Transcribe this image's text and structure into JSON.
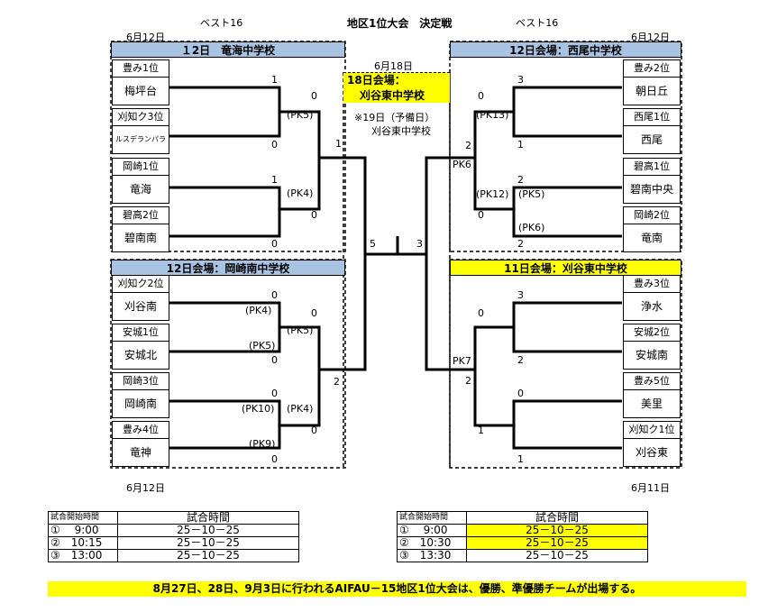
{
  "title": "地区1位大会　決定戦",
  "best16_left": "ベスト16",
  "best16_right": "ベスト16",
  "dates": {
    "top_left": "6月12日",
    "top_right": "6月12日",
    "bottom_left": "6月12日",
    "bottom_right": "6月11日",
    "center_top": "6月18日"
  },
  "venues": {
    "top_left": "１2日　竜海中学校",
    "top_right": "12日会場：西尾中学校",
    "bottom_left": "12日会場：岡崎南中学校",
    "bottom_right": "11日会場：刈谷東中学校",
    "final": "18日会場：",
    "final_school": "刈谷東中学校",
    "reserve": "※19日（予備日）",
    "reserve_school": "刈谷東中学校"
  },
  "teams_left": [
    {
      "qual": "豊み1位",
      "name": "梅坪台"
    },
    {
      "qual": "刈知ク3位",
      "name": "ルスデランパラ"
    },
    {
      "qual": "岡崎1位",
      "name": "竜海"
    },
    {
      "qual": "碧高2位",
      "name": "碧南南"
    },
    {
      "qual": "刈知ク2位",
      "name": "刈谷南"
    },
    {
      "qual": "安城1位",
      "name": "安城北"
    },
    {
      "qual": "岡崎3位",
      "name": "岡崎南"
    },
    {
      "qual": "豊み4位",
      "name": "竜神"
    }
  ],
  "teams_right": [
    {
      "qual": "豊み2位",
      "name": "朝日丘"
    },
    {
      "qual": "西尾1位",
      "name": "西尾"
    },
    {
      "qual": "碧高1位",
      "name": "碧南中央"
    },
    {
      "qual": "岡崎2位",
      "name": "竜南"
    },
    {
      "qual": "豊み3位",
      "name": "浄水"
    },
    {
      "qual": "安城2位",
      "name": "安城南"
    },
    {
      "qual": "豊み5位",
      "name": "美里"
    },
    {
      "qual": "刈知ク1位",
      "name": "刈谷東"
    }
  ],
  "scores": {
    "l1a": "1",
    "l1b": "0",
    "l2a": "1",
    "l2b": "0",
    "l3a": "0",
    "l3b": "0",
    "l4a": "0",
    "l4b": "0",
    "lq1a": "0",
    "lq1b": "0",
    "lq2a": "0",
    "lq2b": "0",
    "ls1": "1",
    "ls2": "2",
    "lf": "5",
    "r1a": "3",
    "r1b": "1",
    "r2a": "2",
    "r2b": "2",
    "r3a": "3",
    "r3b": "2",
    "r4a": "0",
    "r4b": "1",
    "rq1a": "0",
    "rq1b": "0",
    "rq2a": "0",
    "rq2b": "1",
    "rs1": "2",
    "rs2": "2",
    "rf": "3"
  },
  "pk": {
    "l_q1": "(PK5)",
    "l_q2": "(PK4)",
    "l_m3a": "(PK4)",
    "l_m3b": "(PK5)",
    "l_q3": "(PK5)",
    "l_m4a": "(PK10)",
    "l_m4b": "(PK9)",
    "l_q4": "(PK4)",
    "r_q1": "(PK13)",
    "r_s1": "PK6",
    "r_q2a": "(PK12)",
    "r_q2b": "(PK5)",
    "r_m2b": "(PK6)",
    "r_s2": "PK7"
  },
  "table_left": {
    "h1": "試合開始時間",
    "h2": "試合時間",
    "rows": [
      {
        "time": "①　 9:00",
        "dur": "25－10－25"
      },
      {
        "time": "②　10:15",
        "dur": "25－10－25"
      },
      {
        "time": "③　13:00",
        "dur": "25－10－25"
      }
    ]
  },
  "table_right": {
    "h1": "試合開始時間",
    "h2": "試合時間",
    "rows": [
      {
        "time": "①　 9:00",
        "dur": "25－10－25"
      },
      {
        "time": "②　10:30",
        "dur": "25－10－25"
      },
      {
        "time": "③　13:30",
        "dur": "25－10－25"
      }
    ]
  },
  "footer": "8月27日、28日、9月3日に行われるAIFAU－15地区1位大会は、優勝、準優勝チームが出場する。",
  "colors": {
    "blue": "#a9c3e3",
    "yellow": "#ffff00"
  }
}
